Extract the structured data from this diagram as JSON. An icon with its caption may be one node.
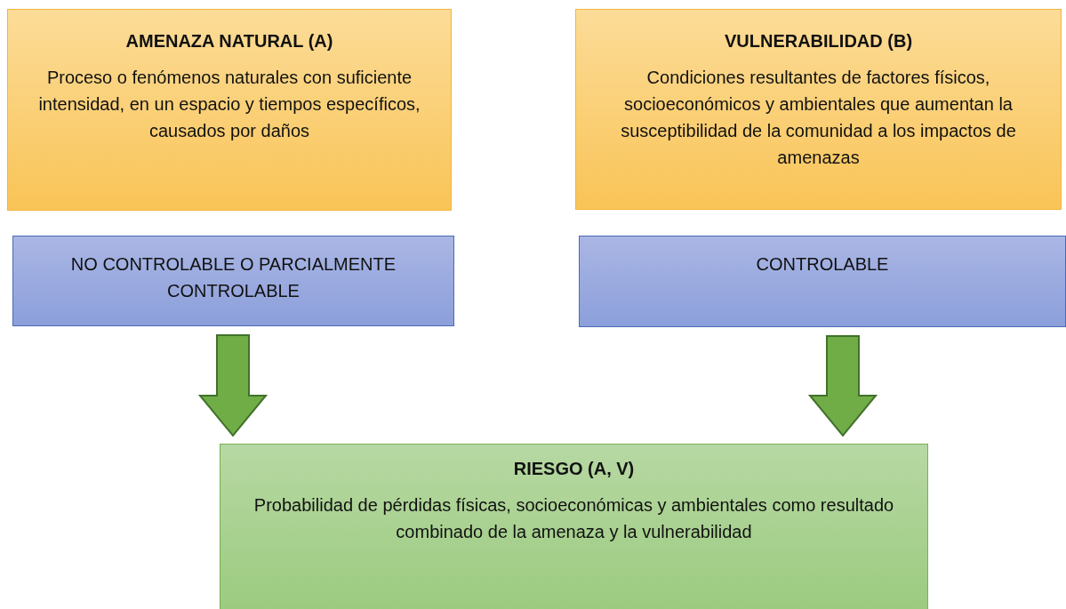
{
  "diagram": {
    "nodes": [
      {
        "text": [
          "AMENAZA NATURAL (A)",
          "Proceso o fenómenos naturales con suficiente intensidad, en un espacio y tiempos específicos, causados por daños"
        ]
      },
      {
        "text": [
          "VULNERABILIDAD (B)",
          "Condiciones resultantes de factores físicos, socioeconómicos y ambientales que aumentan la susceptibilidad de la comunidad a los impactos de amenazas"
        ]
      },
      {
        "text": [
          "NO CONTROLABLE O PARCIALMENTE CONTROLABLE"
        ]
      },
      {
        "text": [
          "CONTROLABLE"
        ]
      },
      {
        "text": [
          "RIESGO (A, V)",
          "Probabilidad de pérdidas físicas, socioeconómicas y ambientales como resultado combinado de la amenaza y la vulnerabilidad"
        ]
      }
    ],
    "edges": [
      {
        "from": 2,
        "to": 4,
        "arrow": "to"
      },
      {
        "from": 3,
        "to": 4,
        "arrow": "to"
      }
    ]
  }
}
